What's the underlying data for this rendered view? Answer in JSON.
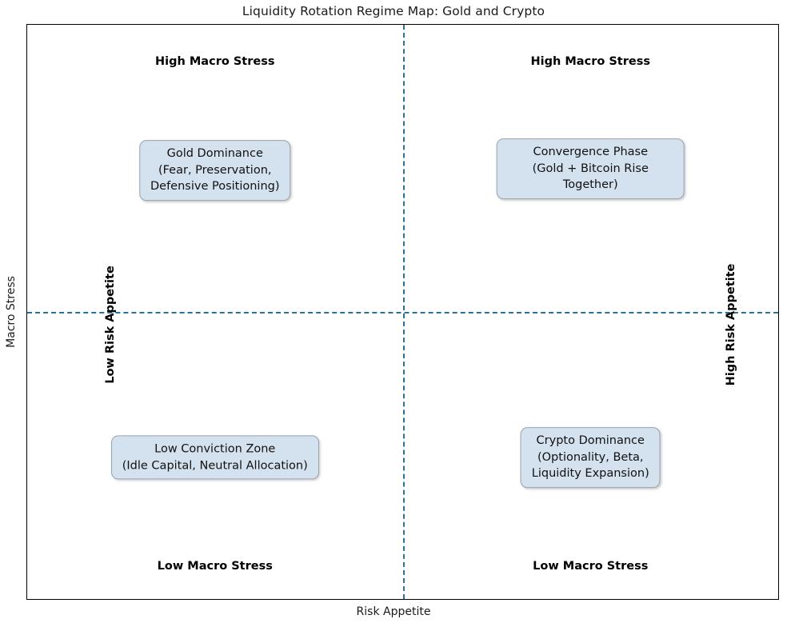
{
  "chart_data": {
    "type": "scatter",
    "title": "Liquidity Rotation Regime Map: Gold and Crypto",
    "xlabel": "Risk Appetite",
    "ylabel": "Macro Stress",
    "grid": false,
    "legend": "none",
    "xlim": [
      0,
      1
    ],
    "ylim": [
      0,
      1
    ],
    "divider_lines": {
      "vertical_x": 0.5,
      "horizontal_y": 0.5,
      "style": "dashed",
      "color": "#2e7095"
    },
    "axis_edge_labels": {
      "top_left": "High Macro Stress",
      "top_right": "High Macro Stress",
      "bottom_left": "Low Macro Stress",
      "bottom_right": "Low Macro Stress",
      "left_side": "Low Risk Appetite",
      "right_side": "High Risk Appetite"
    },
    "annotations": [
      {
        "id": "gold-dominance",
        "quadrant": "top-left",
        "x": 0.25,
        "y": 0.79,
        "text": "Gold Dominance\n(Fear, Preservation,\nDefensive Positioning)"
      },
      {
        "id": "convergence-phase",
        "quadrant": "top-right",
        "x": 0.75,
        "y": 0.79,
        "text": "Convergence Phase\n(Gold + Bitcoin Rise Together)"
      },
      {
        "id": "low-conviction-zone",
        "quadrant": "bottom-left",
        "x": 0.25,
        "y": 0.29,
        "text": "Low Conviction Zone\n(Idle Capital, Neutral Allocation)"
      },
      {
        "id": "crypto-dominance",
        "quadrant": "bottom-right",
        "x": 0.75,
        "y": 0.29,
        "text": "Crypto Dominance\n(Optionality, Beta,\nLiquidity Expansion)"
      }
    ],
    "box_style": {
      "facecolor": "#d4e1ef",
      "edgecolor": "#9aa3ad",
      "rounded": true
    }
  },
  "figure": {
    "title": "Liquidity Rotation Regime Map: Gold and Crypto",
    "axis": {
      "x_title": "Risk Appetite",
      "y_title": "Macro Stress"
    },
    "quadrant_labels": {
      "top_left": "High Macro Stress",
      "top_right": "High Macro Stress",
      "bottom_left": "Low Macro Stress",
      "bottom_right": "Low Macro Stress"
    },
    "side_labels": {
      "left": "Low Risk Appetite",
      "right": "High Risk Appetite"
    },
    "boxes": {
      "gold": "Gold Dominance\n(Fear, Preservation,\nDefensive Positioning)",
      "convergence": "Convergence Phase\n(Gold + Bitcoin Rise Together)",
      "low_conviction": "Low Conviction Zone\n(Idle Capital, Neutral Allocation)",
      "crypto": "Crypto Dominance\n(Optionality, Beta,\nLiquidity Expansion)"
    },
    "colors": {
      "divider": "#2e7095",
      "box_fill": "#d4e1ef",
      "box_border": "#9aa3ad",
      "frame": "#000000",
      "text": "#000000"
    }
  }
}
